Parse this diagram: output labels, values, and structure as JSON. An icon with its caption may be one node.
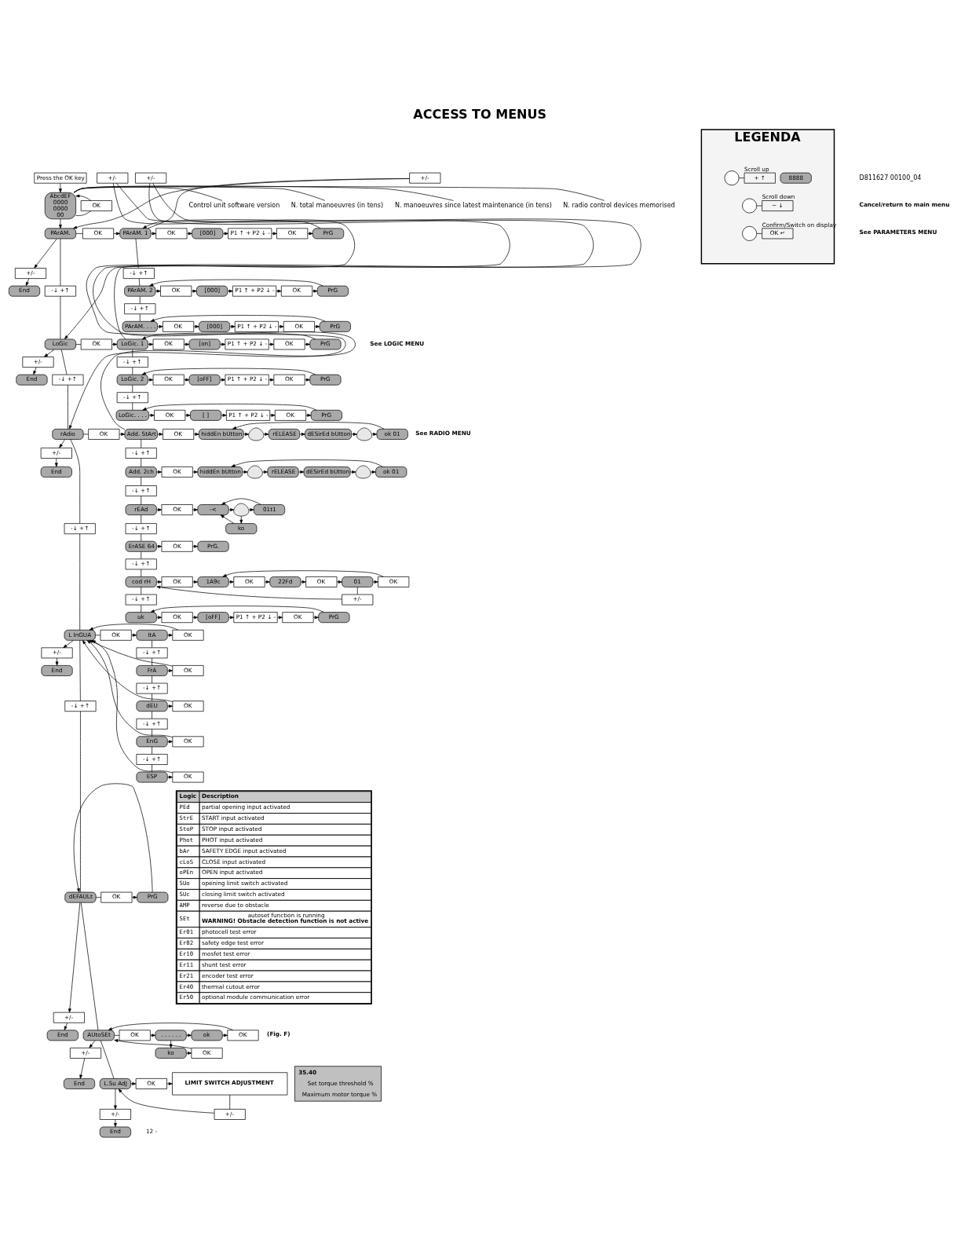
{
  "diagram": {
    "title": "ACCESS TO MENUS",
    "nodes": [
      {
        "text": [
          "Press the OK key"
        ]
      },
      {
        "text": [
          "AbcdEF",
          "0000",
          "0000",
          "00"
        ]
      },
      {
        "text": [
          "Control unit software version"
        ]
      },
      {
        "text": [
          "N. total manoeuvres (in tens)"
        ]
      },
      {
        "text": [
          "N. manoeuvres since latest maintenance (in tens)"
        ]
      },
      {
        "text": [
          "N. radio control devices memorised"
        ]
      },
      {
        "text": [
          "OK"
        ]
      },
      {
        "text": [
          "PArAM."
        ]
      },
      {
        "text": [
          "+/-"
        ]
      },
      {
        "text": [
          "OK"
        ]
      },
      {
        "text": [
          "PArAM. 1"
        ]
      },
      {
        "text": [
          "OK"
        ]
      },
      {
        "text": [
          "[000]"
        ]
      },
      {
        "text": [
          "P1 ↑ + P2 ↓ -"
        ]
      },
      {
        "text": [
          "OK"
        ]
      },
      {
        "text": [
          "PrG"
        ]
      },
      {
        "text": [
          "-↓ +↑"
        ]
      },
      {
        "text": [
          "PArAM. 2"
        ]
      },
      {
        "text": [
          "OK"
        ]
      },
      {
        "text": [
          "[000]"
        ]
      },
      {
        "text": [
          "P1 ↑ + P2 ↓ -"
        ]
      },
      {
        "text": [
          "OK"
        ]
      },
      {
        "text": [
          "PrG"
        ]
      },
      {
        "text": [
          "-↓ +↑"
        ]
      },
      {
        "text": [
          "PArAM. . . ."
        ]
      },
      {
        "text": [
          "OK"
        ]
      },
      {
        "text": [
          "[000]"
        ]
      },
      {
        "text": [
          "P1 ↑ + P2 ↓ -"
        ]
      },
      {
        "text": [
          "OK"
        ]
      },
      {
        "text": [
          "PrG"
        ]
      },
      {
        "text": [
          "+/-"
        ]
      },
      {
        "text": [
          "End"
        ]
      },
      {
        "text": [
          "-↓ +↑"
        ]
      },
      {
        "text": [
          "LoGic"
        ]
      },
      {
        "text": [
          "+/-"
        ]
      },
      {
        "text": [
          "OK"
        ]
      },
      {
        "text": [
          "LoGic. 1"
        ]
      },
      {
        "text": [
          "OK"
        ]
      },
      {
        "text": [
          "[on]"
        ]
      },
      {
        "text": [
          "P1 ↑ + P2 ↓ -"
        ]
      },
      {
        "text": [
          "OK"
        ]
      },
      {
        "text": [
          "PrG"
        ]
      },
      {
        "text": [
          "-↓ +↑"
        ]
      },
      {
        "text": [
          "LoGic. 2"
        ]
      },
      {
        "text": [
          "OK"
        ]
      },
      {
        "text": [
          "[oFF]"
        ]
      },
      {
        "text": [
          "P1 ↑ + P2 ↓ -"
        ]
      },
      {
        "text": [
          "OK"
        ]
      },
      {
        "text": [
          "PrG"
        ]
      },
      {
        "text": [
          "-↓ +↑"
        ]
      },
      {
        "text": [
          "LoGic. . . ."
        ]
      },
      {
        "text": [
          "OK"
        ]
      },
      {
        "text": [
          "[ ]"
        ]
      },
      {
        "text": [
          "P1 ↑ + P2 ↓ -"
        ]
      },
      {
        "text": [
          "OK"
        ]
      },
      {
        "text": [
          "PrG"
        ]
      },
      {
        "text": [
          "+/-"
        ]
      },
      {
        "text": [
          "End"
        ]
      },
      {
        "text": [
          "-↓ +↑"
        ]
      },
      {
        "text": [
          "rAdio"
        ]
      },
      {
        "text": [
          "+/-"
        ]
      },
      {
        "text": [
          "OK"
        ]
      },
      {
        "text": [
          "Add. StArt"
        ]
      },
      {
        "text": [
          "OK"
        ]
      },
      {
        "text": [
          "hiddEn bUtton"
        ]
      },
      {
        "text": [],
        "shape": "picture"
      },
      {
        "text": [
          "rELEASE"
        ]
      },
      {
        "text": [
          "dESirEd bUtton"
        ]
      },
      {
        "text": [],
        "shape": "picture"
      },
      {
        "text": [
          "ok 01"
        ]
      },
      {
        "text": [
          "-↓ +↑"
        ]
      },
      {
        "text": [
          "Add. 2ch"
        ]
      },
      {
        "text": [
          "OK"
        ]
      },
      {
        "text": [
          "hiddEn bUtton"
        ]
      },
      {
        "text": [],
        "shape": "picture"
      },
      {
        "text": [
          "rELEASE"
        ]
      },
      {
        "text": [
          "dESirEd bUtton"
        ]
      },
      {
        "text": [],
        "shape": "picture"
      },
      {
        "text": [
          "ok 01"
        ]
      },
      {
        "text": [
          "-↓ +↑"
        ]
      },
      {
        "text": [
          "rEAd"
        ]
      },
      {
        "text": [
          "OK"
        ]
      },
      {
        "text": [
          "-<"
        ]
      },
      {
        "text": [],
        "shape": "picture"
      },
      {
        "text": [
          "01t1"
        ]
      },
      {
        "text": [
          "ko"
        ]
      },
      {
        "text": [
          "-↓ +↑"
        ]
      },
      {
        "text": [
          "ErASE 64"
        ]
      },
      {
        "text": [
          "OK"
        ]
      },
      {
        "text": [
          "PrG."
        ]
      },
      {
        "text": [
          "-↓ +↑"
        ]
      },
      {
        "text": [
          "cod rH"
        ]
      },
      {
        "text": [
          "OK"
        ]
      },
      {
        "text": [
          "1A9c"
        ]
      },
      {
        "text": [
          "OK"
        ]
      },
      {
        "text": [
          "22Fd"
        ]
      },
      {
        "text": [
          "OK"
        ]
      },
      {
        "text": [
          "01"
        ]
      },
      {
        "text": [
          "OK"
        ]
      },
      {
        "text": [
          "+/-"
        ]
      },
      {
        "text": [
          "-↓ +↑"
        ]
      },
      {
        "text": [
          "uk"
        ]
      },
      {
        "text": [
          "OK"
        ]
      },
      {
        "text": [
          "[oFF]"
        ]
      },
      {
        "text": [
          "P1 ↑ + P2 ↓ -"
        ]
      },
      {
        "text": [
          "OK"
        ]
      },
      {
        "text": [
          "PrG"
        ]
      },
      {
        "text": [
          "+/-"
        ]
      },
      {
        "text": [
          "End"
        ]
      },
      {
        "text": [
          "-↓ +↑"
        ]
      },
      {
        "text": [
          "L InGUA"
        ]
      },
      {
        "text": [
          "OK"
        ]
      },
      {
        "text": [
          "ItA"
        ]
      },
      {
        "text": [
          "OK"
        ]
      },
      {
        "text": [
          "-↓ +↑"
        ]
      },
      {
        "text": [
          "FrA"
        ]
      },
      {
        "text": [
          "OK"
        ]
      },
      {
        "text": [
          "-↓ +↑"
        ]
      },
      {
        "text": [
          "dEU"
        ]
      },
      {
        "text": [
          "OK"
        ]
      },
      {
        "text": [
          "-↓ +↑"
        ]
      },
      {
        "text": [
          "EnG"
        ]
      },
      {
        "text": [
          "OK"
        ]
      },
      {
        "text": [
          "-↓ +↑"
        ]
      },
      {
        "text": [
          "ESP"
        ]
      },
      {
        "text": [
          "OK"
        ]
      },
      {
        "text": [
          "+/-"
        ]
      },
      {
        "text": [
          "End"
        ]
      },
      {
        "text": [
          "-↓ +↑"
        ]
      },
      {
        "text": [
          "dEFAULt"
        ]
      },
      {
        "text": [
          "OK"
        ]
      },
      {
        "text": [
          "PrG"
        ]
      },
      {
        "text": [
          "+/-"
        ]
      },
      {
        "text": [
          "End"
        ]
      },
      {
        "text": [
          "AUtoSEt"
        ]
      },
      {
        "text": [
          "OK"
        ]
      },
      {
        "text": [
          ". . . . . ."
        ]
      },
      {
        "text": [
          "ok"
        ]
      },
      {
        "text": [
          "OK"
        ]
      },
      {
        "text": [
          "ko"
        ]
      },
      {
        "text": [
          "OK"
        ]
      },
      {
        "text": [
          "+/-"
        ]
      },
      {
        "text": [
          "End"
        ]
      },
      {
        "text": [
          "L.Su AdJ"
        ]
      },
      {
        "text": [
          "OK"
        ]
      },
      {
        "text": [
          "LIMIT SWITCH ADJUSTMENT"
        ]
      },
      {
        "text": [
          "+/-"
        ]
      },
      {
        "text": [
          "+/-"
        ]
      },
      {
        "text": [
          "End"
        ]
      },
      {
        "text": [
          "LEGENDA"
        ]
      },
      {
        "text": [
          "8888"
        ],
        "in": 149
      },
      {
        "text": [],
        "shape": "circle",
        "in": 149
      },
      {
        "text": [],
        "shape": "circle",
        "in": 149
      },
      {
        "text": [],
        "shape": "circle",
        "in": 149
      },
      {
        "text": [
          "+ ↑"
        ],
        "in": 149,
        "beside": [
          "Scroll up"
        ]
      },
      {
        "text": [
          "− ↓"
        ],
        "in": 149,
        "beside": [
          "Scroll down"
        ]
      },
      {
        "text": [
          "OK ↵"
        ],
        "in": 149,
        "beside": [
          "Confirm/Switch on display"
        ]
      }
    ],
    "edges": [
      {
        "from": 0,
        "to": 1,
        "arrow": "to"
      },
      {
        "from": 1,
        "to": 6,
        "arrow": "none"
      },
      {
        "from": 6,
        "to": 1,
        "arrow": "to"
      },
      {
        "from": 2,
        "to": 1,
        "arrow": "none"
      },
      {
        "from": 3,
        "to": 1,
        "arrow": "none"
      },
      {
        "from": 4,
        "to": 1,
        "arrow": "none"
      },
      {
        "from": 5,
        "to": 1,
        "arrow": "none"
      },
      {
        "from": 1,
        "to": 7,
        "arrow": "to"
      },
      {
        "from": 7,
        "to": 9,
        "arrow": "none"
      },
      {
        "from": 9,
        "to": 10,
        "arrow": "to"
      },
      {
        "from": 10,
        "to": 11,
        "arrow": "to"
      },
      {
        "from": 11,
        "to": 12,
        "arrow": "to"
      },
      {
        "from": 12,
        "to": 13,
        "arrow": "to"
      },
      {
        "from": 13,
        "to": 14,
        "arrow": "to"
      },
      {
        "from": 14,
        "to": 15,
        "arrow": "to"
      },
      {
        "from": 15,
        "to": 10,
        "arrow": "to"
      },
      {
        "from": 10,
        "to": 16,
        "arrow": "none"
      },
      {
        "from": 16,
        "to": 17,
        "arrow": "none"
      },
      {
        "from": 17,
        "to": 18,
        "arrow": "to"
      },
      {
        "from": 18,
        "to": 19,
        "arrow": "to"
      },
      {
        "from": 19,
        "to": 20,
        "arrow": "to"
      },
      {
        "from": 20,
        "to": 21,
        "arrow": "to"
      },
      {
        "from": 21,
        "to": 22,
        "arrow": "to"
      },
      {
        "from": 22,
        "to": 17,
        "arrow": "to"
      },
      {
        "from": 17,
        "to": 23,
        "arrow": "none"
      },
      {
        "from": 23,
        "to": 24,
        "arrow": "none"
      },
      {
        "from": 24,
        "to": 25,
        "arrow": "to"
      },
      {
        "from": 25,
        "to": 26,
        "arrow": "to"
      },
      {
        "from": 26,
        "to": 27,
        "arrow": "to"
      },
      {
        "from": 27,
        "to": 28,
        "arrow": "to"
      },
      {
        "from": 28,
        "to": 29,
        "arrow": "to"
      },
      {
        "from": 29,
        "to": 24,
        "arrow": "to"
      },
      {
        "from": 10,
        "to": 8,
        "arrow": "none"
      },
      {
        "from": 8,
        "to": 7,
        "arrow": "to"
      },
      {
        "from": 7,
        "to": 30,
        "arrow": "to"
      },
      {
        "from": 30,
        "to": 31,
        "arrow": "to"
      },
      {
        "from": 7,
        "to": 32,
        "arrow": "none"
      },
      {
        "from": 32,
        "to": 33,
        "arrow": "none"
      },
      {
        "from": 33,
        "to": 35,
        "arrow": "none"
      },
      {
        "from": 35,
        "to": 36,
        "arrow": "to"
      },
      {
        "from": 36,
        "to": 37,
        "arrow": "to"
      },
      {
        "from": 37,
        "to": 38,
        "arrow": "to"
      },
      {
        "from": 38,
        "to": 39,
        "arrow": "to"
      },
      {
        "from": 39,
        "to": 40,
        "arrow": "to"
      },
      {
        "from": 40,
        "to": 41,
        "arrow": "to"
      },
      {
        "from": 41,
        "to": 36,
        "arrow": "to"
      },
      {
        "from": 36,
        "to": 42,
        "arrow": "none"
      },
      {
        "from": 42,
        "to": 43,
        "arrow": "none"
      },
      {
        "from": 43,
        "to": 44,
        "arrow": "to"
      },
      {
        "from": 44,
        "to": 45,
        "arrow": "to"
      },
      {
        "from": 45,
        "to": 46,
        "arrow": "to"
      },
      {
        "from": 46,
        "to": 47,
        "arrow": "to"
      },
      {
        "from": 47,
        "to": 48,
        "arrow": "to"
      },
      {
        "from": 48,
        "to": 43,
        "arrow": "to"
      },
      {
        "from": 43,
        "to": 49,
        "arrow": "none"
      },
      {
        "from": 49,
        "to": 50,
        "arrow": "none"
      },
      {
        "from": 50,
        "to": 51,
        "arrow": "to"
      },
      {
        "from": 51,
        "to": 52,
        "arrow": "to"
      },
      {
        "from": 52,
        "to": 53,
        "arrow": "to"
      },
      {
        "from": 53,
        "to": 54,
        "arrow": "to"
      },
      {
        "from": 54,
        "to": 55,
        "arrow": "to"
      },
      {
        "from": 55,
        "to": 50,
        "arrow": "to"
      },
      {
        "from": 36,
        "to": 34,
        "arrow": "none"
      },
      {
        "from": 34,
        "to": 33,
        "arrow": "to"
      },
      {
        "from": 33,
        "to": 56,
        "arrow": "to"
      },
      {
        "from": 56,
        "to": 57,
        "arrow": "to"
      },
      {
        "from": 33,
        "to": 58,
        "arrow": "none"
      },
      {
        "from": 58,
        "to": 59,
        "arrow": "none"
      },
      {
        "from": 59,
        "to": 61,
        "arrow": "none"
      },
      {
        "from": 61,
        "to": 62,
        "arrow": "to"
      },
      {
        "from": 62,
        "to": 60,
        "arrow": "none"
      },
      {
        "from": 60,
        "to": 59,
        "arrow": "to"
      },
      {
        "from": 62,
        "to": 63,
        "arrow": "to"
      },
      {
        "from": 63,
        "to": 64,
        "arrow": "to"
      },
      {
        "from": 64,
        "to": 65,
        "arrow": "to"
      },
      {
        "from": 65,
        "to": 66,
        "arrow": "to"
      },
      {
        "from": 66,
        "to": 67,
        "arrow": "to"
      },
      {
        "from": 67,
        "to": 68,
        "arrow": "to"
      },
      {
        "from": 68,
        "to": 69,
        "arrow": "to"
      },
      {
        "from": 69,
        "to": 64,
        "arrow": "to"
      },
      {
        "from": 62,
        "to": 70,
        "arrow": "none"
      },
      {
        "from": 70,
        "to": 71,
        "arrow": "none"
      },
      {
        "from": 71,
        "to": 72,
        "arrow": "to"
      },
      {
        "from": 72,
        "to": 73,
        "arrow": "to"
      },
      {
        "from": 73,
        "to": 74,
        "arrow": "to"
      },
      {
        "from": 74,
        "to": 75,
        "arrow": "to"
      },
      {
        "from": 75,
        "to": 76,
        "arrow": "to"
      },
      {
        "from": 76,
        "to": 77,
        "arrow": "to"
      },
      {
        "from": 77,
        "to": 78,
        "arrow": "to"
      },
      {
        "from": 78,
        "to": 73,
        "arrow": "to"
      },
      {
        "from": 71,
        "to": 79,
        "arrow": "none"
      },
      {
        "from": 79,
        "to": 80,
        "arrow": "none"
      },
      {
        "from": 80,
        "to": 81,
        "arrow": "to"
      },
      {
        "from": 81,
        "to": 82,
        "arrow": "to"
      },
      {
        "from": 82,
        "to": 83,
        "arrow": "to"
      },
      {
        "from": 83,
        "to": 84,
        "arrow": "to"
      },
      {
        "from": 83,
        "to": 85,
        "arrow": "to"
      },
      {
        "from": 84,
        "to": 82,
        "arrow": "to"
      },
      {
        "from": 85,
        "to": 82,
        "arrow": "to"
      },
      {
        "from": 80,
        "to": 86,
        "arrow": "none"
      },
      {
        "from": 86,
        "to": 87,
        "arrow": "none"
      },
      {
        "from": 87,
        "to": 88,
        "arrow": "to"
      },
      {
        "from": 88,
        "to": 89,
        "arrow": "to"
      },
      {
        "from": 87,
        "to": 90,
        "arrow": "none"
      },
      {
        "from": 90,
        "to": 91,
        "arrow": "none"
      },
      {
        "from": 91,
        "to": 92,
        "arrow": "to"
      },
      {
        "from": 92,
        "to": 93,
        "arrow": "to"
      },
      {
        "from": 93,
        "to": 94,
        "arrow": "to"
      },
      {
        "from": 94,
        "to": 95,
        "arrow": "to"
      },
      {
        "from": 95,
        "to": 96,
        "arrow": "to"
      },
      {
        "from": 96,
        "to": 97,
        "arrow": "to"
      },
      {
        "from": 97,
        "to": 98,
        "arrow": "to"
      },
      {
        "from": 98,
        "to": 93,
        "arrow": "to"
      },
      {
        "from": 97,
        "to": 99,
        "arrow": "none"
      },
      {
        "from": 99,
        "to": 91,
        "arrow": "to"
      },
      {
        "from": 91,
        "to": 100,
        "arrow": "none"
      },
      {
        "from": 100,
        "to": 101,
        "arrow": "none"
      },
      {
        "from": 101,
        "to": 102,
        "arrow": "to"
      },
      {
        "from": 102,
        "to": 103,
        "arrow": "to"
      },
      {
        "from": 103,
        "to": 104,
        "arrow": "to"
      },
      {
        "from": 104,
        "to": 105,
        "arrow": "to"
      },
      {
        "from": 105,
        "to": 106,
        "arrow": "to"
      },
      {
        "from": 106,
        "to": 101,
        "arrow": "to"
      },
      {
        "from": 59,
        "to": 107,
        "arrow": "to"
      },
      {
        "from": 107,
        "to": 108,
        "arrow": "to"
      },
      {
        "from": 59,
        "to": 109,
        "arrow": "none"
      },
      {
        "from": 109,
        "to": 110,
        "arrow": "none"
      },
      {
        "from": 110,
        "to": 111,
        "arrow": "none"
      },
      {
        "from": 111,
        "to": 112,
        "arrow": "to"
      },
      {
        "from": 112,
        "to": 113,
        "arrow": "to"
      },
      {
        "from": 112,
        "to": 114,
        "arrow": "none"
      },
      {
        "from": 114,
        "to": 115,
        "arrow": "none"
      },
      {
        "from": 115,
        "to": 116,
        "arrow": "to"
      },
      {
        "from": 115,
        "to": 117,
        "arrow": "none"
      },
      {
        "from": 117,
        "to": 118,
        "arrow": "none"
      },
      {
        "from": 118,
        "to": 119,
        "arrow": "to"
      },
      {
        "from": 118,
        "to": 120,
        "arrow": "none"
      },
      {
        "from": 120,
        "to": 121,
        "arrow": "none"
      },
      {
        "from": 121,
        "to": 122,
        "arrow": "to"
      },
      {
        "from": 121,
        "to": 123,
        "arrow": "none"
      },
      {
        "from": 123,
        "to": 124,
        "arrow": "none"
      },
      {
        "from": 124,
        "to": 125,
        "arrow": "to"
      },
      {
        "from": 113,
        "to": 110,
        "arrow": "to"
      },
      {
        "from": 116,
        "to": 110,
        "arrow": "to"
      },
      {
        "from": 119,
        "to": 110,
        "arrow": "to"
      },
      {
        "from": 122,
        "to": 110,
        "arrow": "to"
      },
      {
        "from": 125,
        "to": 110,
        "arrow": "to"
      },
      {
        "from": 110,
        "to": 126,
        "arrow": "to"
      },
      {
        "from": 126,
        "to": 127,
        "arrow": "to"
      },
      {
        "from": 110,
        "to": 128,
        "arrow": "none"
      },
      {
        "from": 128,
        "to": 129,
        "arrow": "none"
      },
      {
        "from": 129,
        "to": 130,
        "arrow": "none"
      },
      {
        "from": 130,
        "to": 131,
        "arrow": "to"
      },
      {
        "from": 131,
        "to": 129,
        "arrow": "to"
      },
      {
        "from": 129,
        "to": 132,
        "arrow": "to"
      },
      {
        "from": 132,
        "to": 133,
        "arrow": "to"
      },
      {
        "from": 129,
        "to": 134,
        "arrow": "none"
      },
      {
        "from": 134,
        "to": 135,
        "arrow": "none"
      },
      {
        "from": 135,
        "to": 136,
        "arrow": "to"
      },
      {
        "from": 136,
        "to": 137,
        "arrow": "to"
      },
      {
        "from": 136,
        "to": 139,
        "arrow": "to"
      },
      {
        "from": 137,
        "to": 138,
        "arrow": "to"
      },
      {
        "from": 139,
        "to": 140,
        "arrow": "to"
      },
      {
        "from": 138,
        "to": 134,
        "arrow": "to"
      },
      {
        "from": 140,
        "to": 134,
        "arrow": "to"
      },
      {
        "from": 134,
        "to": 141,
        "arrow": "to"
      },
      {
        "from": 141,
        "to": 142,
        "arrow": "to"
      },
      {
        "from": 134,
        "to": 143,
        "arrow": "none"
      },
      {
        "from": 143,
        "to": 144,
        "arrow": "to"
      },
      {
        "from": 144,
        "to": 145,
        "arrow": "to"
      },
      {
        "from": 145,
        "to": 146,
        "arrow": "none"
      },
      {
        "from": 146,
        "to": 143,
        "arrow": "to"
      },
      {
        "from": 143,
        "to": 147,
        "arrow": "to"
      },
      {
        "from": 147,
        "to": 148,
        "arrow": "to"
      },
      {
        "from": 151,
        "to": 154,
        "arrow": "none"
      },
      {
        "from": 152,
        "to": 155,
        "arrow": "none"
      },
      {
        "from": 153,
        "to": 156,
        "arrow": "none"
      }
    ],
    "labels": [
      "See PARAMETERS MENU",
      "See LOGIC MENU",
      "See RADIO MENU",
      "(Fig. F)",
      "Cancel/return to main menu",
      "D811627 00100_04",
      "Logic",
      "Description",
      "PEd",
      "partial opening input activated",
      "StrE",
      "START input activated",
      "StoP",
      "STOP input activated",
      "Phot",
      "PHOT input activated",
      "bAr",
      "SAFETY EDGE input activated",
      "cLoS",
      "CLOSE input activated",
      "oPEn",
      "OPEN input activated",
      "SUo",
      "opening limit switch activated",
      "SUc",
      "closing limit switch activated",
      "AMP",
      "reverse due to obstacle",
      "SEt",
      "autoset function is running",
      "WARNING! Obstacle detection function is not active",
      "Er01",
      "photocell test error",
      "Er02",
      "safety edge test error",
      "Er10",
      "mosfet test error",
      "Er11",
      "shunt test error",
      "Er21",
      "encoder test error",
      "Er40",
      "thermal cutout error",
      "Er50",
      "optional module communication error",
      "35.40",
      "Set torque threshold %",
      "Maximum motor torque %",
      "12 -"
    ]
  }
}
